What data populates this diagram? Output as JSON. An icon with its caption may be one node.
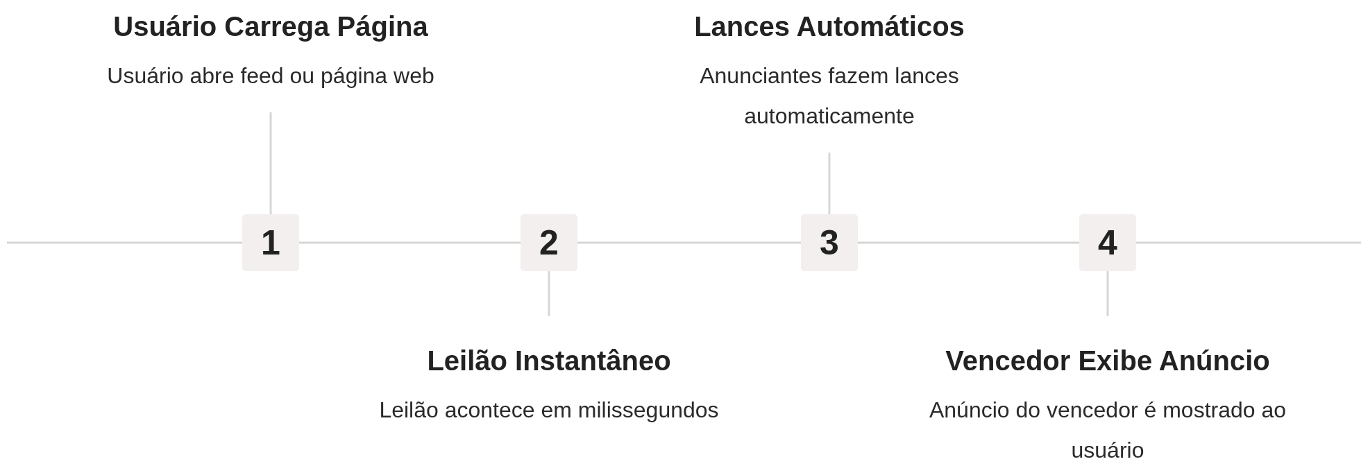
{
  "diagram": {
    "nodes": [
      {
        "text": [
          "Usuário Carrega Página",
          "Usuário abre feed ou página web"
        ]
      },
      {
        "text": [
          "1"
        ]
      },
      {
        "text": [
          "2"
        ]
      },
      {
        "text": [
          "Leilão Instantâneo",
          "Leilão acontece em milissegundos"
        ]
      },
      {
        "text": [
          "Lances Automáticos",
          "Anunciantes fazem lances automaticamente"
        ]
      },
      {
        "text": [
          "3"
        ]
      },
      {
        "text": [
          "4"
        ]
      },
      {
        "text": [
          "Vencedor Exibe Anúncio",
          "Anúncio do vencedor é mostrado ao usuário"
        ]
      }
    ],
    "edges": [
      {
        "from": null,
        "to": 1,
        "arrow": "none"
      },
      {
        "from": 1,
        "to": 2,
        "arrow": "none"
      },
      {
        "from": 2,
        "to": 5,
        "arrow": "none"
      },
      {
        "from": 5,
        "to": 6,
        "arrow": "none"
      },
      {
        "from": 6,
        "to": null,
        "arrow": "none"
      },
      {
        "from": 0,
        "to": 1,
        "arrow": "none"
      },
      {
        "from": 3,
        "to": 2,
        "arrow": "none"
      },
      {
        "from": 4,
        "to": 5,
        "arrow": "none"
      },
      {
        "from": 7,
        "to": 6,
        "arrow": "none"
      }
    ]
  }
}
